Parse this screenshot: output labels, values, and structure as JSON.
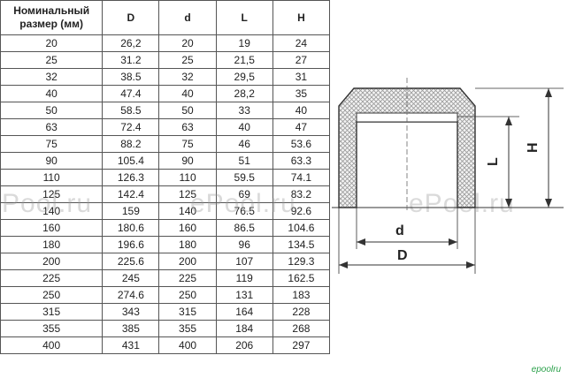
{
  "table": {
    "headers": [
      "Номинальный размер (мм)",
      "D",
      "d",
      "L",
      "H"
    ],
    "rows": [
      [
        "20",
        "26,2",
        "20",
        "19",
        "24"
      ],
      [
        "25",
        "31.2",
        "25",
        "21,5",
        "27"
      ],
      [
        "32",
        "38.5",
        "32",
        "29,5",
        "31"
      ],
      [
        "40",
        "47.4",
        "40",
        "28,2",
        "35"
      ],
      [
        "50",
        "58.5",
        "50",
        "33",
        "40"
      ],
      [
        "63",
        "72.4",
        "63",
        "40",
        "47"
      ],
      [
        "75",
        "88.2",
        "75",
        "46",
        "53.6"
      ],
      [
        "90",
        "105.4",
        "90",
        "51",
        "63.3"
      ],
      [
        "110",
        "126.3",
        "110",
        "59.5",
        "74.1"
      ],
      [
        "125",
        "142.4",
        "125",
        "69",
        "83.2"
      ],
      [
        "140",
        "159",
        "140",
        "76.5",
        "92.6"
      ],
      [
        "160",
        "180.6",
        "160",
        "86.5",
        "104.6"
      ],
      [
        "180",
        "196.6",
        "180",
        "96",
        "134.5"
      ],
      [
        "200",
        "225.6",
        "200",
        "107",
        "129.3"
      ],
      [
        "225",
        "245",
        "225",
        "119",
        "162.5"
      ],
      [
        "250",
        "274.6",
        "250",
        "131",
        "183"
      ],
      [
        "315",
        "343",
        "315",
        "164",
        "228"
      ],
      [
        "355",
        "385",
        "355",
        "184",
        "268"
      ],
      [
        "400",
        "431",
        "400",
        "206",
        "297"
      ]
    ]
  },
  "drawing": {
    "label_L": "L",
    "label_H": "H",
    "label_d": "d",
    "label_D": "D"
  },
  "watermarks": [
    "Pool.ru",
    "ePool.ru",
    "ePool.ru"
  ],
  "logo_text": "epoolru"
}
